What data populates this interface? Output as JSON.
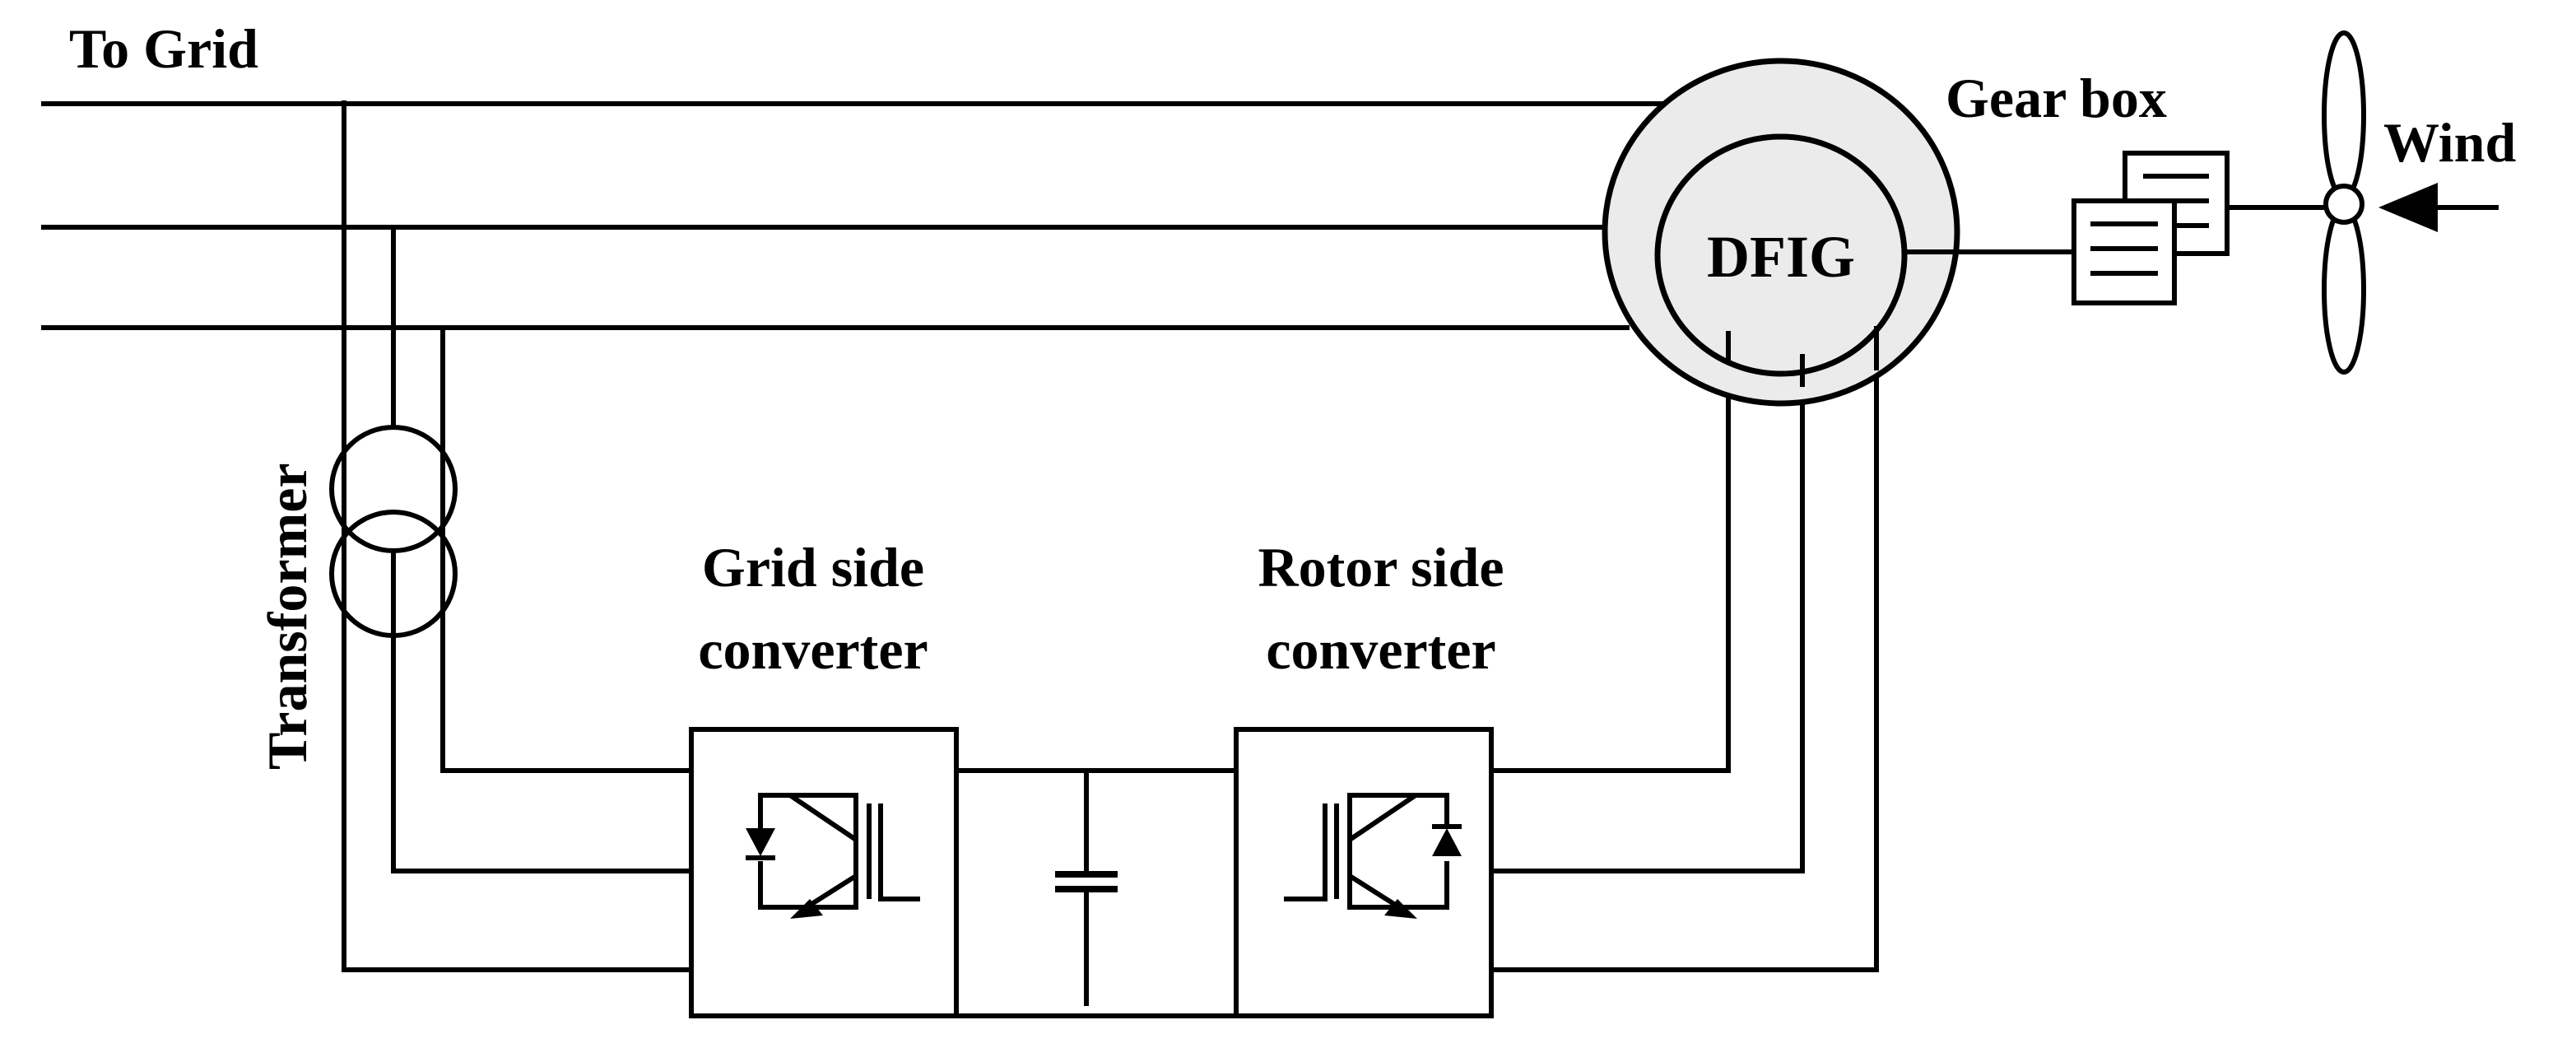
{
  "labels": {
    "to_grid": "To Grid",
    "gear_box": "Gear box",
    "wind": "Wind",
    "dfig": "DFIG",
    "transformer": "Transformer",
    "grid_side_line1": "Grid side",
    "grid_side_line2": "converter",
    "rotor_side_line1": "Rotor side",
    "rotor_side_line2": "converter"
  },
  "colors": {
    "line": "#000000",
    "machine_fill": "#ebebeb",
    "background": "#ffffff"
  }
}
